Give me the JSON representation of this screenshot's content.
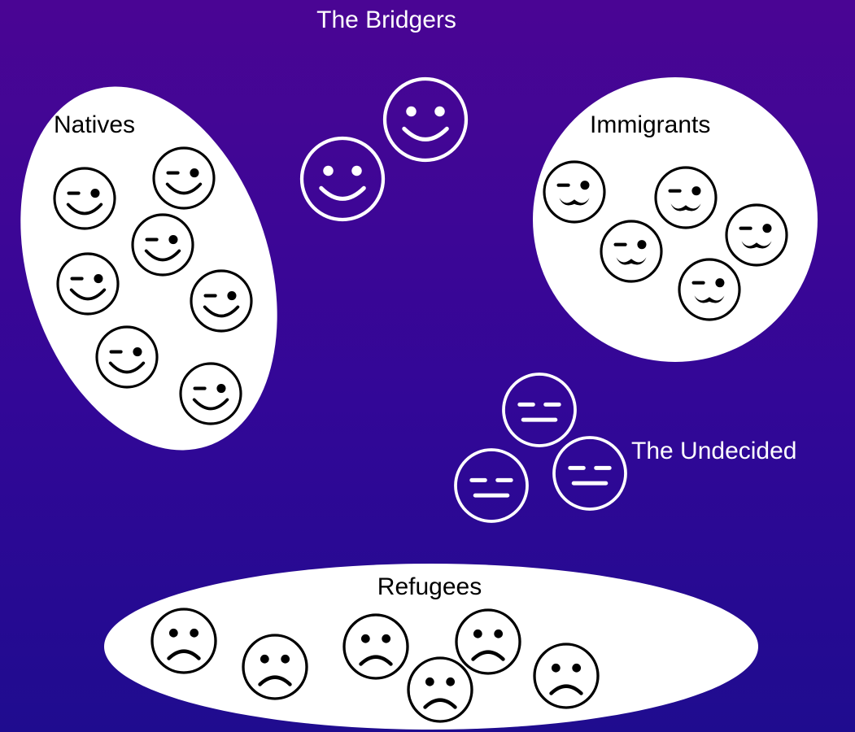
{
  "groups": {
    "bridgers": {
      "label": "The Bridgers"
    },
    "natives": {
      "label": "Natives"
    },
    "immigrants": {
      "label": "Immigrants"
    },
    "undecided": {
      "label": "The Undecided"
    },
    "refugees": {
      "label": "Refugees"
    }
  },
  "colors": {
    "background_top": "#4a0594",
    "background_bottom": "#1f0c8f",
    "blob_fill": "#ffffff",
    "ink": "#000000",
    "outline_on_dark": "#ffffff"
  },
  "face_types": {
    "bridgers": "smiley-icon",
    "natives": "winking-face-icon",
    "immigrants": "mustache-face-icon",
    "undecided": "neutral-face-icon",
    "refugees": "frowning-face-icon"
  }
}
